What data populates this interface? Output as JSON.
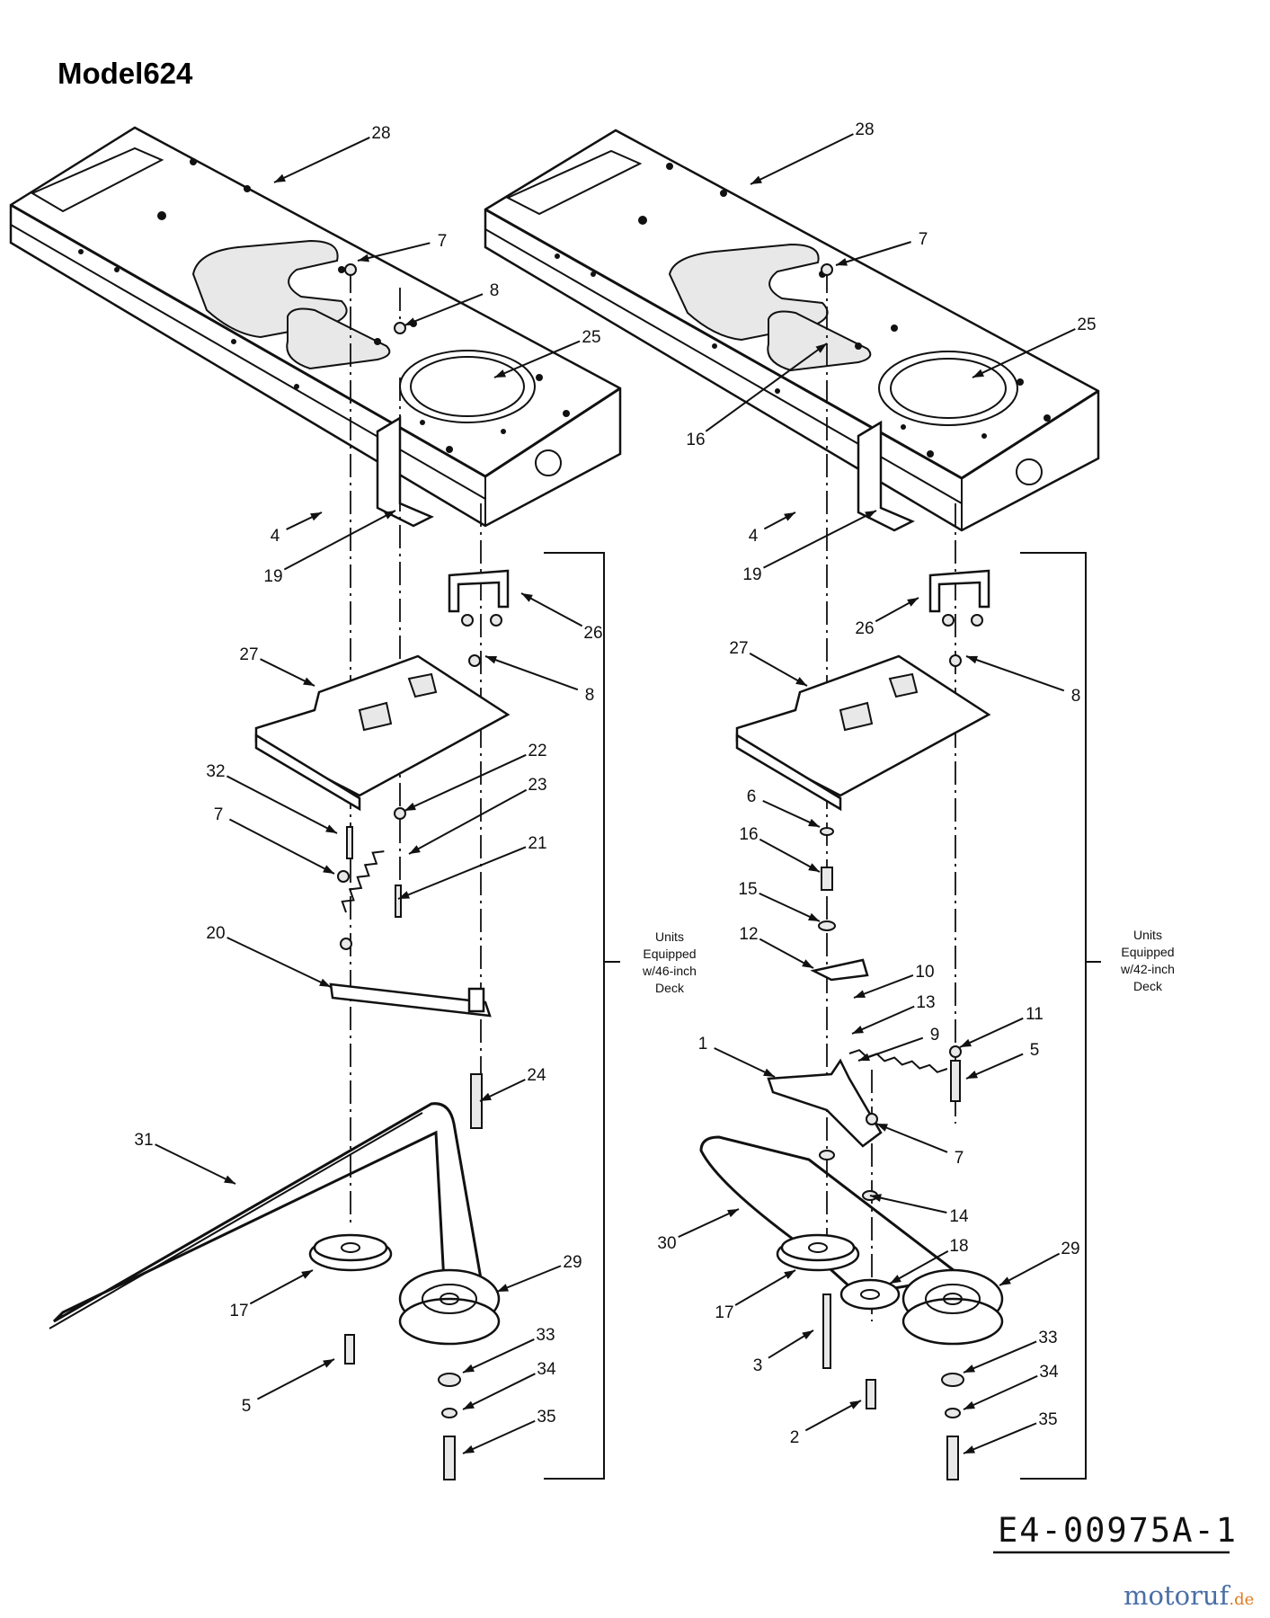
{
  "title": "Model624",
  "drawing_code": "E4-00975A-1",
  "watermark": {
    "main": "motoruf",
    "suffix": ".de",
    "color_main": "#4a6fa5",
    "color_dot": "#e07b1f"
  },
  "notes": {
    "left": [
      "Units",
      "Equipped",
      "w/46-inch",
      "Deck"
    ],
    "right": [
      "Units",
      "Equipped",
      "w/42-inch",
      "Deck"
    ]
  },
  "left_callouts": [
    "28",
    "7",
    "8",
    "25",
    "4",
    "19",
    "26",
    "8",
    "27",
    "22",
    "23",
    "32",
    "7",
    "21",
    "20",
    "24",
    "31",
    "29",
    "17",
    "33",
    "5",
    "34",
    "35"
  ],
  "right_callouts": [
    "28",
    "7",
    "25",
    "16",
    "4",
    "19",
    "26",
    "8",
    "27",
    "6",
    "16",
    "15",
    "12",
    "10",
    "13",
    "9",
    "11",
    "5",
    "1",
    "7",
    "14",
    "29",
    "30",
    "18",
    "17",
    "33",
    "34",
    "3",
    "2",
    "35"
  ]
}
